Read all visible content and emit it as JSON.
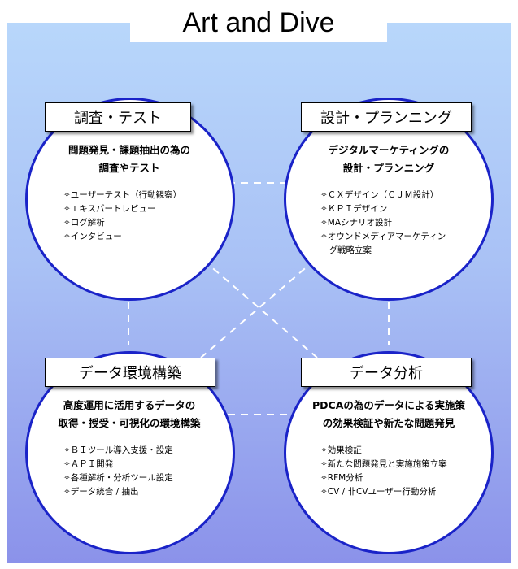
{
  "title": "Art and Dive",
  "quadrants": [
    {
      "label": "調査・テスト",
      "subtitle": [
        "問題発見・課題抽出の為の",
        "調査やテスト"
      ],
      "items": [
        "✧ユーザーテスト（行動観察）",
        "✧エキスパートレビュー",
        "✧ログ解析",
        "✧インタビュー"
      ]
    },
    {
      "label": "設計・プランニング",
      "subtitle": [
        "デジタルマーケティングの",
        "設計・プランニング"
      ],
      "items": [
        "✧ＣＸデザイン（ＣＪＭ設計）",
        "✧ＫＰＩデザイン",
        "✧MAシナリオ設計",
        "✧オウンドメディアマーケティン",
        "　グ戦略立案"
      ]
    },
    {
      "label": "データ環境構築",
      "subtitle": [
        "高度運用に活用するデータの",
        "取得・授受・可視化の環境構築"
      ],
      "items": [
        "✧ＢＩツール導入支援・設定",
        "✧ＡＰＩ開発",
        "✧各種解析・分析ツール設定",
        "✧データ統合 / 抽出"
      ]
    },
    {
      "label": "データ分析",
      "subtitle": [
        "PDCAの為のデータによる実施策",
        "の効果検証や新たな問題発見"
      ],
      "items": [
        "✧効果検証",
        "✧新たな問題発見と実施施策立案",
        "✧RFM分析",
        "✧CV / 非CVユーザー行動分析"
      ]
    }
  ]
}
